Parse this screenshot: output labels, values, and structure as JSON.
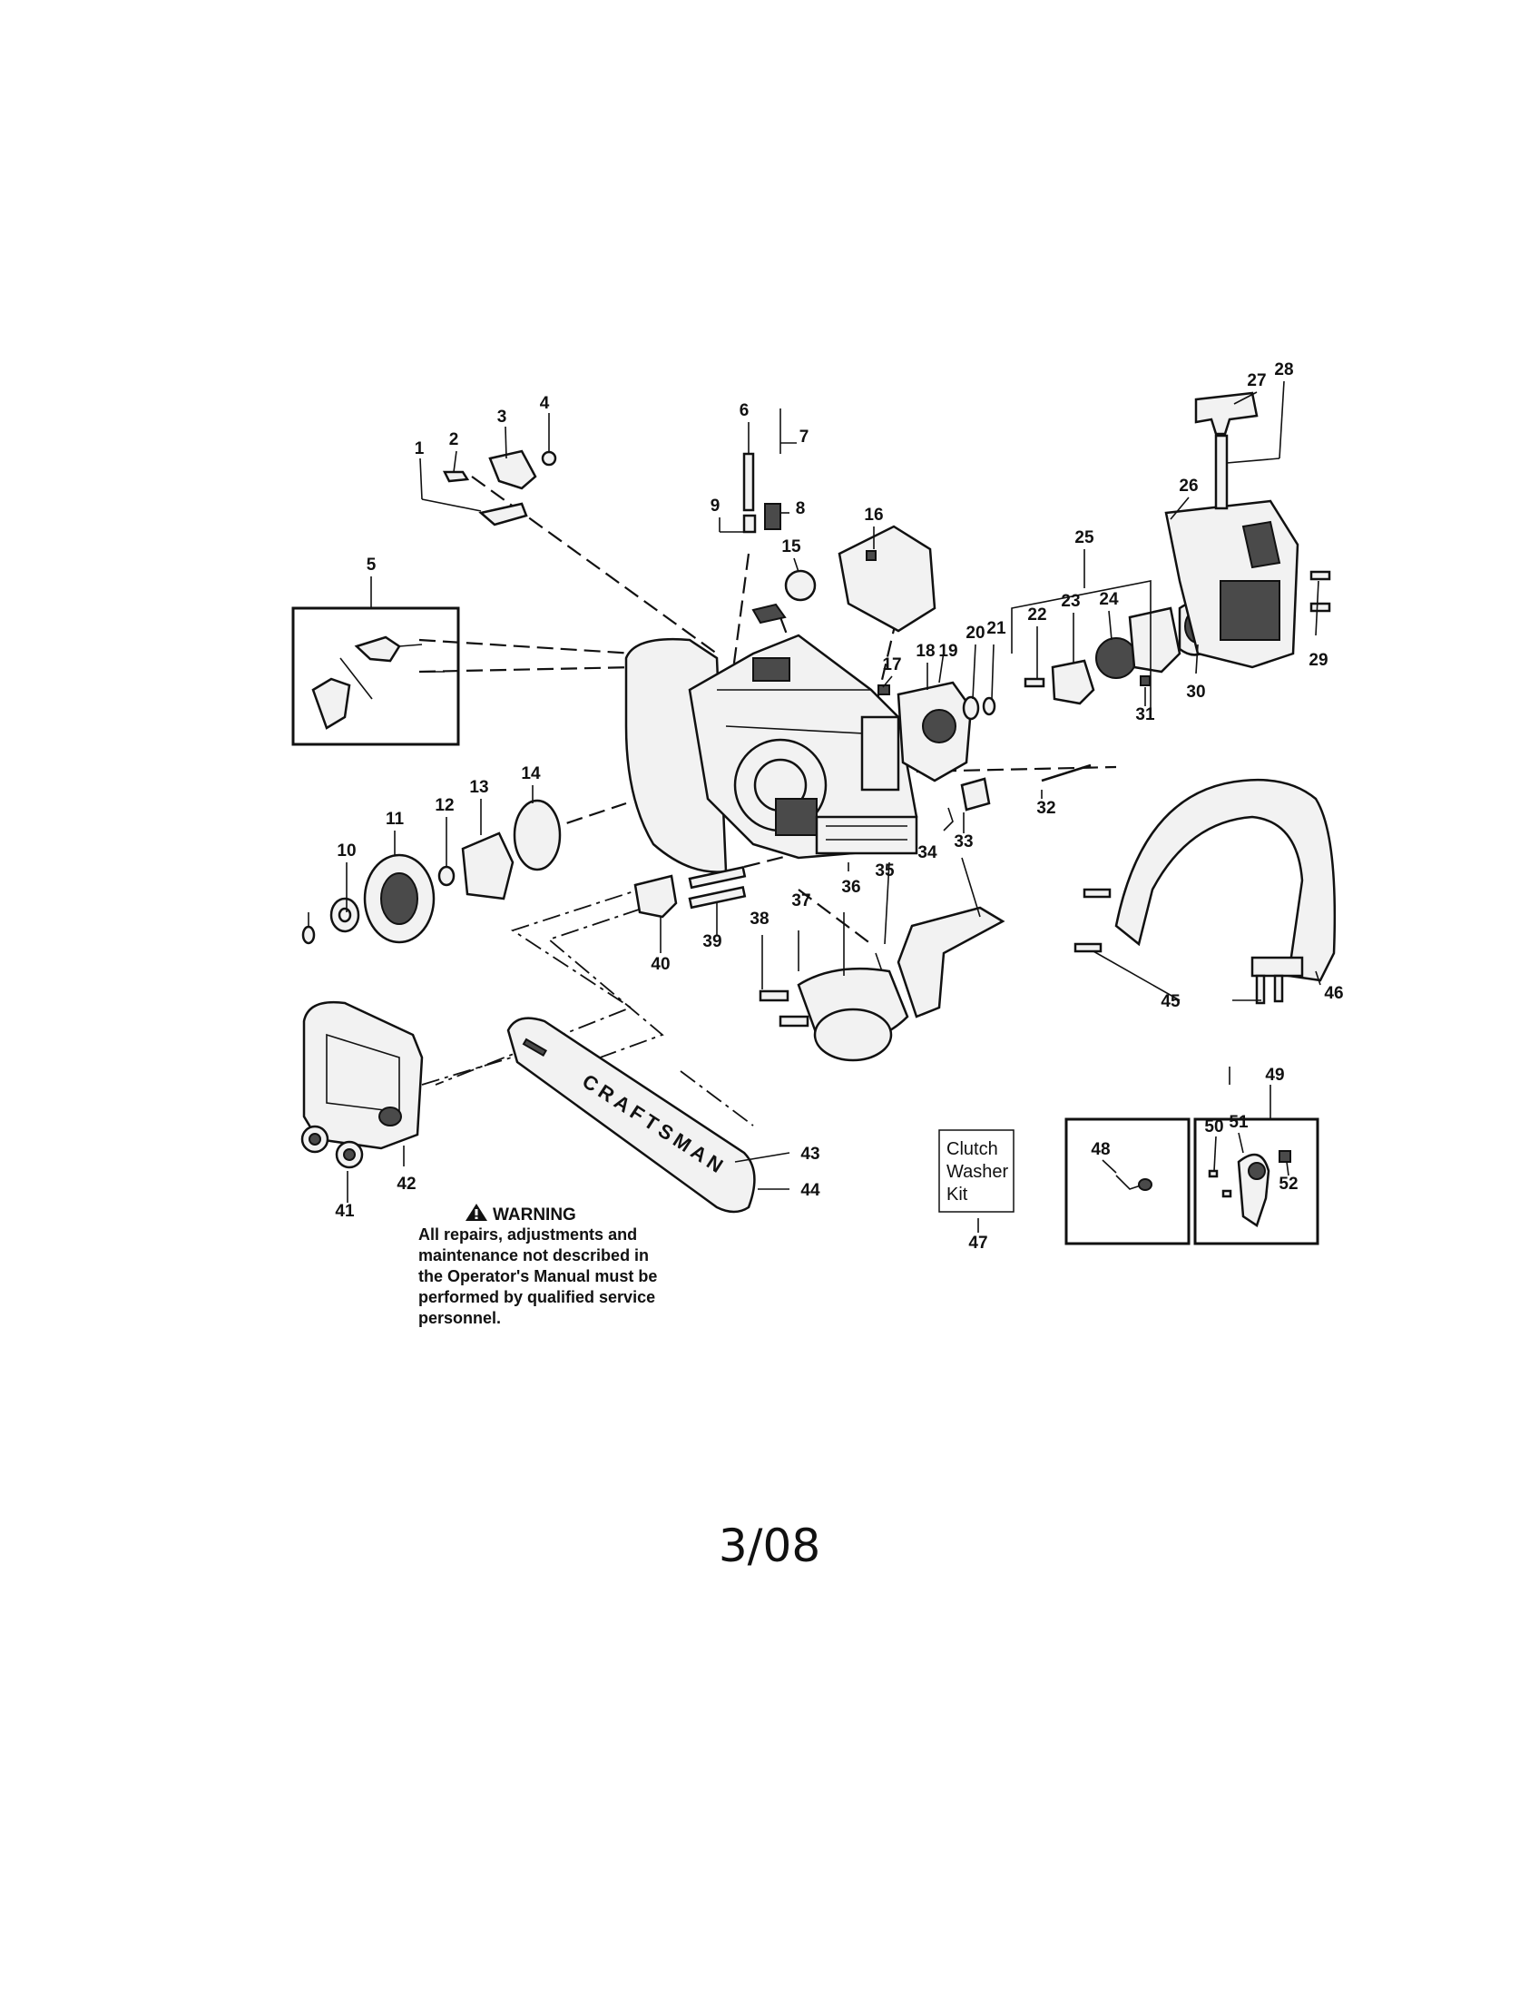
{
  "parts": [
    {
      "id": "1",
      "label": "1"
    },
    {
      "id": "2",
      "label": "2"
    },
    {
      "id": "3",
      "label": "3"
    },
    {
      "id": "4",
      "label": "4"
    },
    {
      "id": "5",
      "label": "5"
    },
    {
      "id": "6",
      "label": "6"
    },
    {
      "id": "7",
      "label": "7"
    },
    {
      "id": "8",
      "label": "8"
    },
    {
      "id": "9",
      "label": "9"
    },
    {
      "id": "10",
      "label": "10"
    },
    {
      "id": "11",
      "label": "11"
    },
    {
      "id": "12",
      "label": "12"
    },
    {
      "id": "13",
      "label": "13"
    },
    {
      "id": "14",
      "label": "14"
    },
    {
      "id": "15",
      "label": "15"
    },
    {
      "id": "16",
      "label": "16"
    },
    {
      "id": "17",
      "label": "17"
    },
    {
      "id": "18",
      "label": "18"
    },
    {
      "id": "19",
      "label": "19"
    },
    {
      "id": "20",
      "label": "20"
    },
    {
      "id": "21",
      "label": "21"
    },
    {
      "id": "22",
      "label": "22"
    },
    {
      "id": "23",
      "label": "23"
    },
    {
      "id": "24",
      "label": "24"
    },
    {
      "id": "25",
      "label": "25"
    },
    {
      "id": "26",
      "label": "26"
    },
    {
      "id": "27",
      "label": "27"
    },
    {
      "id": "28",
      "label": "28"
    },
    {
      "id": "29",
      "label": "29"
    },
    {
      "id": "30",
      "label": "30"
    },
    {
      "id": "31",
      "label": "31"
    },
    {
      "id": "32",
      "label": "32"
    },
    {
      "id": "33",
      "label": "33"
    },
    {
      "id": "34",
      "label": "34"
    },
    {
      "id": "35",
      "label": "35"
    },
    {
      "id": "36",
      "label": "36"
    },
    {
      "id": "37",
      "label": "37"
    },
    {
      "id": "38",
      "label": "38"
    },
    {
      "id": "39",
      "label": "39"
    },
    {
      "id": "40",
      "label": "40"
    },
    {
      "id": "41",
      "label": "41"
    },
    {
      "id": "42",
      "label": "42"
    },
    {
      "id": "43",
      "label": "43"
    },
    {
      "id": "44",
      "label": "44"
    },
    {
      "id": "45",
      "label": "45"
    },
    {
      "id": "46",
      "label": "46"
    },
    {
      "id": "47",
      "label": "47"
    },
    {
      "id": "48",
      "label": "48"
    },
    {
      "id": "49",
      "label": "49"
    },
    {
      "id": "50",
      "label": "50"
    },
    {
      "id": "51",
      "label": "51"
    },
    {
      "id": "52",
      "label": "52"
    }
  ],
  "kit_box": {
    "lines": [
      "Clutch",
      "Washer",
      "Kit"
    ]
  },
  "bar_brand": "CRAFTSMAN",
  "warning": {
    "title": "WARNING",
    "lines": [
      "All repairs, adjustments and",
      "maintenance not described in",
      "the Operator's Manual must be",
      "performed by qualified service",
      "personnel."
    ]
  },
  "page_date": "3/08"
}
